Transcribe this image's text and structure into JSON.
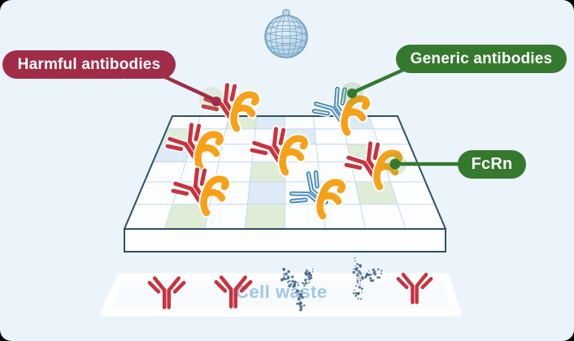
{
  "scene": {
    "labels": {
      "harmful": {
        "text": "Harmful antibodies"
      },
      "generic": {
        "text": "Generic antibodies"
      },
      "fcrn": {
        "text": "FcRn"
      },
      "cell_waste": {
        "text": "Cell waste"
      }
    },
    "colors": {
      "background": "#ecf4fb",
      "harmfulBg": "#a02c47",
      "greenBg": "#35792f",
      "red": "#c8333e",
      "orange": "#f7a119",
      "blueDark": "#3f81b5",
      "blueCore": "#cfe6f2",
      "outline": "#2f4f68",
      "grid": "#c9dbee",
      "cellGreen": "#dcead2",
      "cellBlue": "#dbe8f6",
      "sphereLine": "#6f9fc2",
      "wasteText": "#a2c6e8",
      "wasteDots": "#40648a"
    },
    "icons": {
      "antibody": "y-shape-immunoglobulin",
      "fcrn_receptor": "orange-hook-shape",
      "mesh_sphere": "wireframe-ball",
      "dissolving_antibody": "dot-cluster"
    }
  }
}
